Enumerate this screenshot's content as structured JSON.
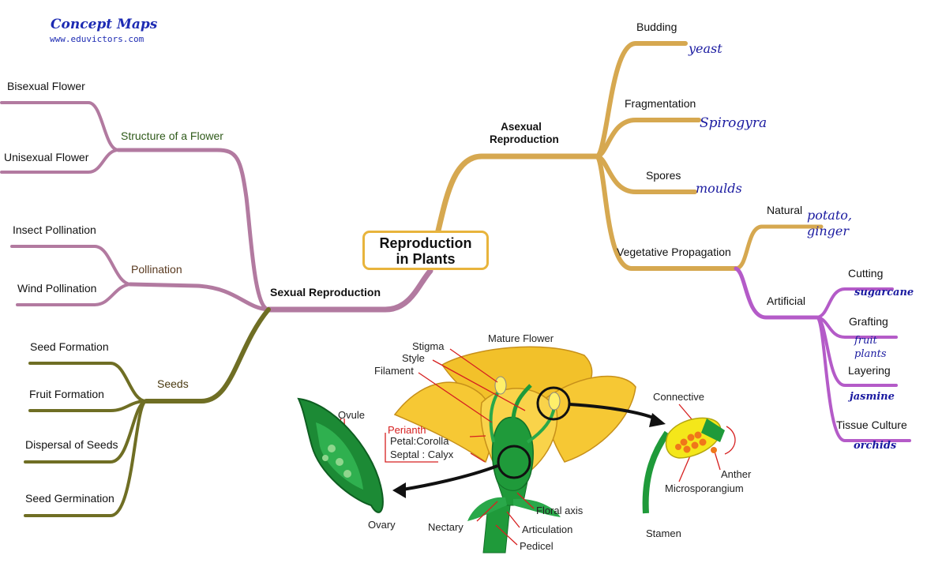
{
  "header": {
    "brand": "Concept Maps",
    "site": "www.eduvictors.com"
  },
  "center": {
    "line1": "Reproduction",
    "line2": "in  Plants"
  },
  "sexual": {
    "label": "Sexual Reproduction",
    "structure": {
      "label": "Structure of a Flower",
      "items": [
        "Bisexual Flower",
        "Unisexual Flower"
      ]
    },
    "pollination": {
      "label": "Pollination",
      "items": [
        "Insect Pollination",
        "Wind Pollination"
      ]
    },
    "seeds": {
      "label": "Seeds",
      "items": [
        "Seed Formation",
        "Fruit Formation",
        "Dispersal of Seeds",
        "Seed Germination"
      ]
    }
  },
  "asexual": {
    "label_line1": "Asexual",
    "label_line2": "Reproduction",
    "budding": {
      "label": "Budding",
      "example": "yeast"
    },
    "fragmentation": {
      "label": "Fragmentation",
      "example": "Spirogyra"
    },
    "spores": {
      "label": "Spores",
      "example": "moulds"
    },
    "vegetative": {
      "label": "Vegetative Propagation",
      "natural": {
        "label": "Natural",
        "example_line1": "potato,",
        "example_line2": "ginger"
      },
      "artificial": {
        "label": "Artificial",
        "cutting": {
          "label": "Cutting",
          "example": "sugarcane"
        },
        "grafting": {
          "label": "Grafting",
          "example_line1": "fruit",
          "example_line2": "plants"
        },
        "layering": {
          "label": "Layering",
          "example": "jasmine"
        },
        "tissue": {
          "label": "Tissue Culture",
          "example": "orchids"
        }
      }
    }
  },
  "flower_diagram": {
    "mature_flower": "Mature Flower",
    "stigma": "Stigma",
    "style": "Style",
    "filament": "Filament",
    "perianth": "Perianth",
    "petal": "Petal:Corolla",
    "septal": "Septal : Calyx",
    "ovule": "Ovule",
    "ovary": "Ovary",
    "nectary": "Nectary",
    "floral_axis": "Floral axis",
    "articulation": "Articulation",
    "pedicel": "Pedicel",
    "connective": "Connective",
    "anther": "Anther",
    "microsporangium": "Microsporangium",
    "stamen": "Stamen"
  },
  "colors": {
    "mauve": "#b27aa0",
    "olive": "#6f6e24",
    "tan": "#d6a850",
    "purple": "#b45bc8",
    "box_border": "#e8b43c",
    "handwriting": "#1a1aa0"
  }
}
